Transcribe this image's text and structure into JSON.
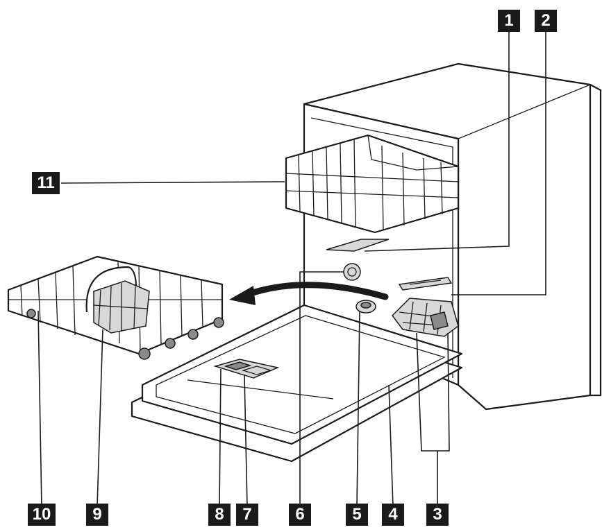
{
  "labels": [
    {
      "id": "1",
      "text": "1"
    },
    {
      "id": "2",
      "text": "2"
    },
    {
      "id": "3",
      "text": "3"
    },
    {
      "id": "4",
      "text": "4"
    },
    {
      "id": "5",
      "text": "5"
    },
    {
      "id": "6",
      "text": "6"
    },
    {
      "id": "7",
      "text": "7"
    },
    {
      "id": "8",
      "text": "8"
    },
    {
      "id": "9",
      "text": "9"
    },
    {
      "id": "10",
      "text": "10"
    },
    {
      "id": "11",
      "text": "11"
    }
  ],
  "colors": {
    "ink": "#1a1a1a",
    "label_bg": "#1a1a1a",
    "label_text": "#ffffff",
    "background": "#ffffff"
  }
}
